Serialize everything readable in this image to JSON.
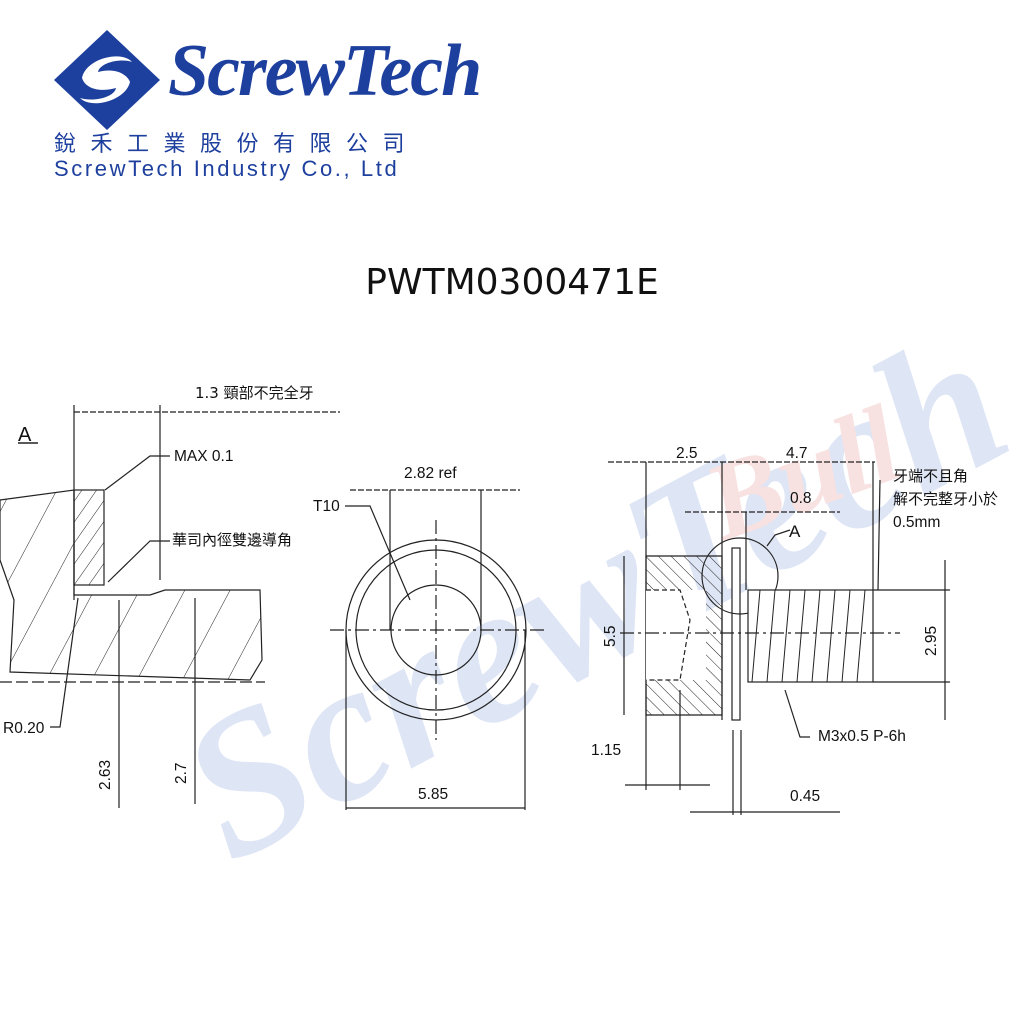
{
  "header": {
    "logo": {
      "mark_icon": "screwtech-diamond-s-icon",
      "brand_name": "ScrewTech",
      "company_name_cn": "銳禾工業股份有限公司",
      "company_name_en": "ScrewTech Industry Co., Ltd",
      "brand_color": "#1d3f9e"
    },
    "part_number": "PWTM0300471E"
  },
  "drawing": {
    "detail_a": {
      "view_label": "A",
      "dimensions": {
        "neck_incomplete_thread": "1.3 頸部不完全牙",
        "max_gap": "MAX 0.1",
        "washer_chamfer_note": "華司內徑雙邊導角",
        "radius": "R0.20",
        "dia_inner": "2.63",
        "dia_outer": "2.7"
      }
    },
    "top_view": {
      "drive_label": "T10",
      "drive_size": "2.82 ref",
      "head_diameter": "5.85"
    },
    "side_view": {
      "head_height": "2.5",
      "thread_length": "4.7",
      "neck_length": "0.8",
      "detail_ref": "A",
      "thread_end_note_line1": "牙端不且角",
      "thread_end_note_line2": "解不完整牙小於",
      "thread_end_note_line3": "0.5mm",
      "head_diameter": "5.5",
      "thread_minor": "2.95",
      "thread_spec": "M3x0.5 P-6h",
      "recess_depth": "1.15",
      "washer_thickness": "0.45"
    }
  },
  "watermark": {
    "text": "ScrewTech",
    "blue": "#c8d3ee",
    "red": "#f6d2d2"
  }
}
